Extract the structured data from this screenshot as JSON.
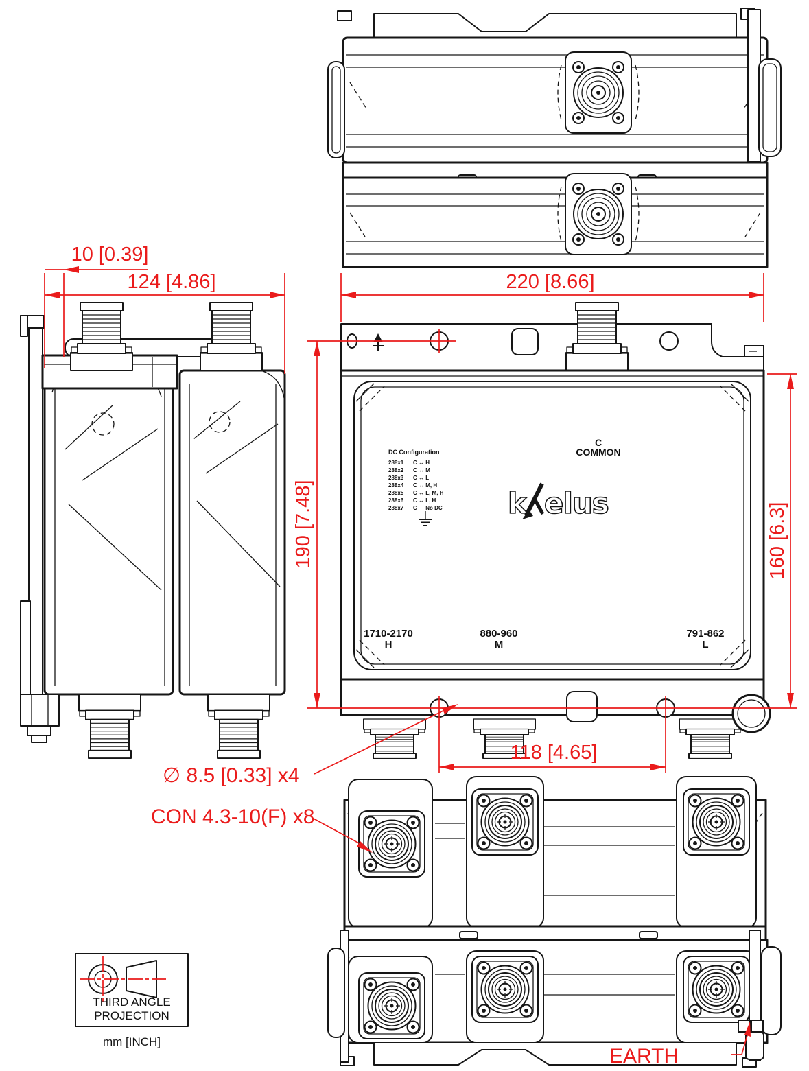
{
  "colors": {
    "dimension_red": "#ea1b1b",
    "line_black": "#161616"
  },
  "brand": {
    "logo": "kaelus"
  },
  "dimensions": {
    "bracket_offset": "10 [0.39]",
    "side_width": "124 [4.86]",
    "front_width": "220 [8.66]",
    "front_height": "190 [7.48]",
    "body_height": "160 [6.3]",
    "port_spacing": "118 [4.65]"
  },
  "callouts": {
    "mounting_holes": "∅ 8.5 [0.33]  x4",
    "connectors": "CON 4.3-10(F) x8",
    "earth": "EARTH"
  },
  "ports": {
    "common": {
      "line1": "C",
      "line2": "COMMON"
    },
    "high": {
      "freq": "1710-2170",
      "label": "H"
    },
    "mid": {
      "freq": "880-960",
      "label": "M"
    },
    "low": {
      "freq": "791-862",
      "label": "L"
    }
  },
  "dc_config": {
    "title": "DC Configuration",
    "rows": [
      {
        "variant": "288x1",
        "mapping": "C ↔ H"
      },
      {
        "variant": "288x2",
        "mapping": "C ↔ M"
      },
      {
        "variant": "288x3",
        "mapping": "C ↔ L"
      },
      {
        "variant": "288x4",
        "mapping": "C ↔ M, H"
      },
      {
        "variant": "288x5",
        "mapping": "C ↔ L, M, H"
      },
      {
        "variant": "288x6",
        "mapping": "C ↔ L, H"
      },
      {
        "variant": "288x7",
        "mapping": "C — No DC"
      }
    ]
  },
  "projection": {
    "title_line1": "THIRD ANGLE",
    "title_line2": "PROJECTION",
    "units": "mm [INCH]"
  }
}
